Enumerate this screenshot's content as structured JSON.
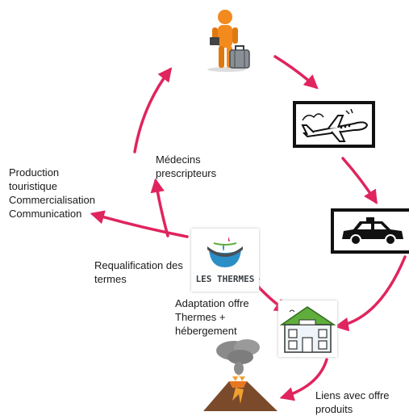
{
  "labels": {
    "production": [
      "Production",
      "touristique",
      "Commercialisation",
      "Communication"
    ],
    "medecins": [
      "Médecins",
      "prescripteurs"
    ],
    "requalification": [
      "Requalification des",
      "termes"
    ],
    "adaptation": [
      "Adaptation offre",
      "Thermes +",
      "hébergement"
    ],
    "liens": [
      "Liens avec offre",
      "produits"
    ],
    "thermes_logo_text": "LES THERMES"
  },
  "icons": [
    "traveler-icon",
    "airplane-icon",
    "taxi-icon",
    "hotel-icon",
    "volcano-icon",
    "thermes-logo"
  ],
  "colors": {
    "arrow": "#e0245e",
    "traveler": "#f28a1e",
    "frame": "#111111",
    "hotel_roof": "#5fae3c",
    "water": "#2a8fc7"
  }
}
